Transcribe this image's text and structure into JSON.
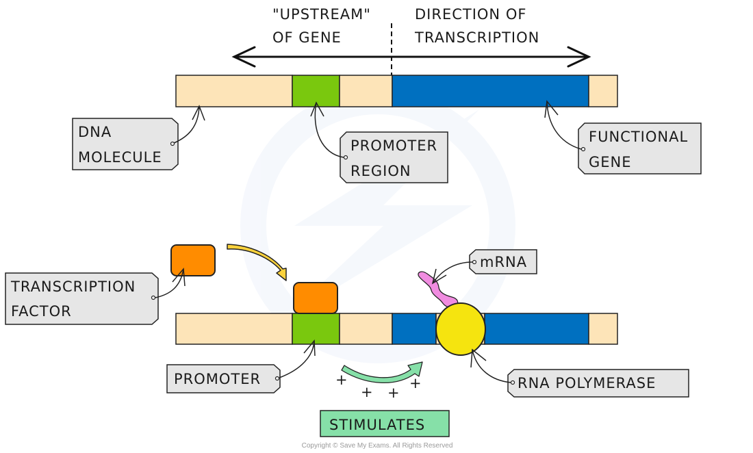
{
  "diagram": {
    "title_region": {
      "upstream_label_line1": "\"UPSTREAM\"",
      "upstream_label_line2": "OF  GENE",
      "direction_label_line1": "DIRECTION  OF",
      "direction_label_line2": "TRANSCRIPTION"
    },
    "top_dna": {
      "labels": {
        "dna_molecule_line1": "DNA",
        "dna_molecule_line2": "MOLECULE",
        "promoter_region_line1": "PROMOTER",
        "promoter_region_line2": "REGION",
        "functional_gene_line1": "FUNCTIONAL",
        "functional_gene_line2": "GENE"
      }
    },
    "bottom_dna": {
      "labels": {
        "transcription_factor_line1": "TRANSCRIPTION",
        "transcription_factor_line2": "FACTOR",
        "mrna": "mRNA",
        "promoter": "PROMOTER",
        "rna_polymerase": "RNA  POLYMERASE",
        "stimulates": "STIMULATES",
        "plus_sign": "+"
      }
    },
    "colors": {
      "non_coding_dna": "#fde4b8",
      "promoter": "#7ac80e",
      "gene": "#0070c0",
      "transcription_factor": "#ff8c00",
      "rna_polymerase": "#f5e40f",
      "mrna": "#f08ce0",
      "stimulates_box": "#86e0a8",
      "stimulate_arrow": "#86e0a8",
      "move_arrow": "#fbd23c",
      "label_box": "#e6e6e6"
    },
    "copyright": "Copyright © Save My Exams. All Rights Reserved"
  }
}
